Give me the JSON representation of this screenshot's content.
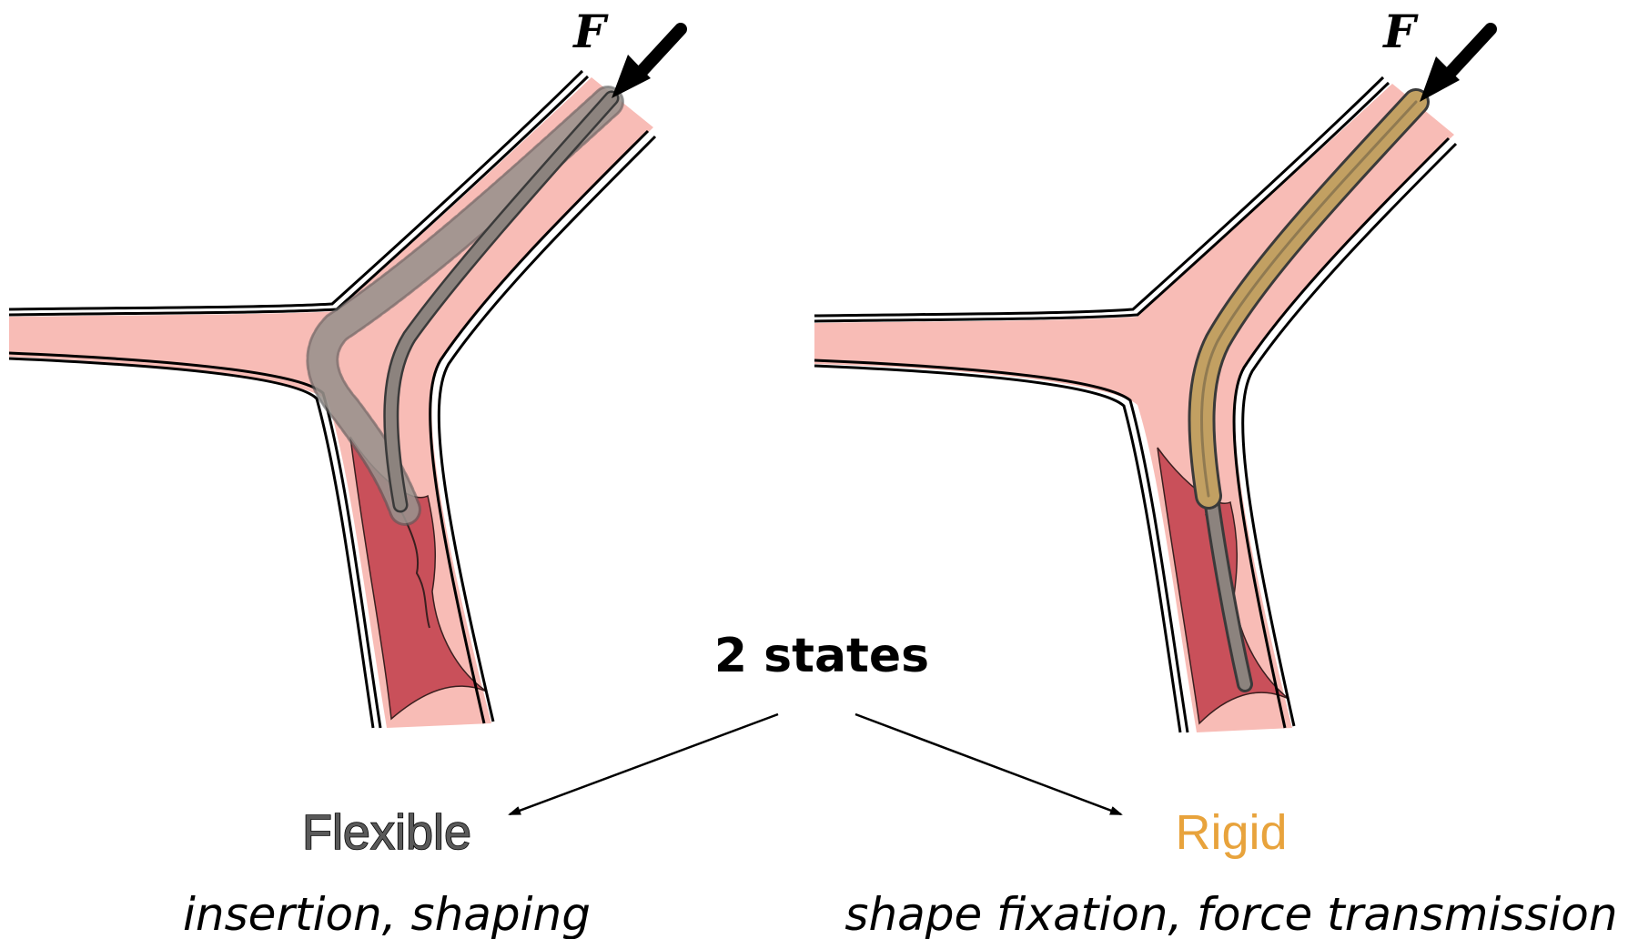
{
  "colors": {
    "vessel_lumen": "#F8BCB6",
    "vessel_wall": "#000000",
    "clot": "#C9505A",
    "catheter_flexible": "#8C837E",
    "catheter_rigid": "#C2A062",
    "flexible_text": "#595959",
    "rigid_text": "#E8A33C"
  },
  "left_panel": {
    "force_label": "F",
    "state_label": "Flexible",
    "description": "insertion, shaping"
  },
  "right_panel": {
    "force_label": "F",
    "state_label": "Rigid",
    "description": "shape fixation, force transmission"
  },
  "center": {
    "title": "2 states"
  }
}
